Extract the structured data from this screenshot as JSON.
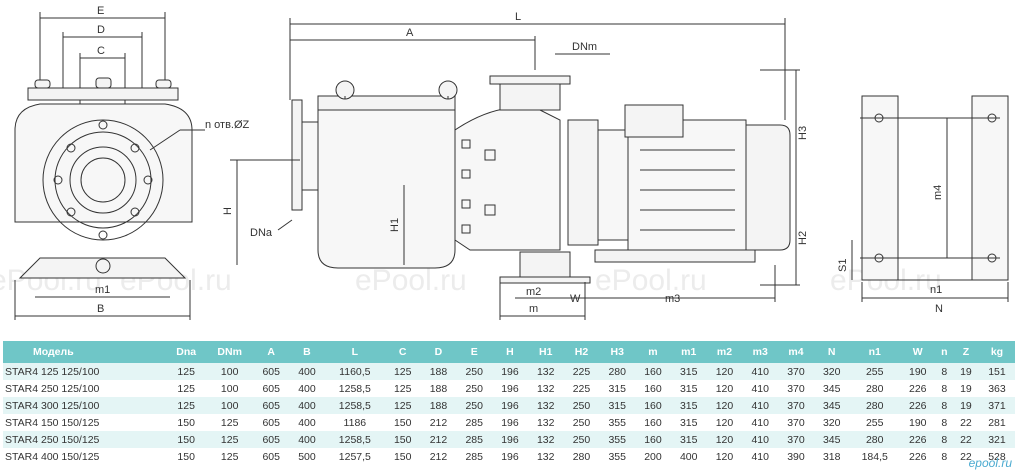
{
  "watermark": "ePool.ru",
  "logo": "epool.ru",
  "dimensions": {
    "E": "E",
    "D": "D",
    "C": "C",
    "n_holes": "n отв.ØZ",
    "m1": "m1",
    "B": "B",
    "L": "L",
    "A": "A",
    "DNm": "DNm",
    "H": "H",
    "DNa": "DNa",
    "H1": "H1",
    "H3": "H3",
    "H2": "H2",
    "m2": "m2",
    "m": "m",
    "W": "W",
    "m3": "m3",
    "m4": "m4",
    "S1": "S1",
    "n1": "n1",
    "N": "N"
  },
  "table": {
    "headers": [
      "Модель",
      "Dna",
      "DNm",
      "A",
      "B",
      "L",
      "C",
      "D",
      "E",
      "H",
      "H1",
      "H2",
      "H3",
      "m",
      "m1",
      "m2",
      "m3",
      "m4",
      "N",
      "n1",
      "W",
      "n",
      "Z",
      "kg"
    ],
    "rows": [
      [
        "STAR4 125 125/100",
        "125",
        "100",
        "605",
        "400",
        "1160,5",
        "125",
        "188",
        "250",
        "196",
        "132",
        "225",
        "280",
        "160",
        "315",
        "120",
        "410",
        "370",
        "320",
        "255",
        "190",
        "8",
        "19",
        "151"
      ],
      [
        "STAR4 250 125/100",
        "125",
        "100",
        "605",
        "400",
        "1258,5",
        "125",
        "188",
        "250",
        "196",
        "132",
        "225",
        "315",
        "160",
        "315",
        "120",
        "410",
        "370",
        "345",
        "280",
        "226",
        "8",
        "19",
        "363"
      ],
      [
        "STAR4 300 125/100",
        "125",
        "100",
        "605",
        "400",
        "1258,5",
        "125",
        "188",
        "250",
        "196",
        "132",
        "250",
        "315",
        "160",
        "315",
        "120",
        "410",
        "370",
        "345",
        "280",
        "226",
        "8",
        "19",
        "371"
      ],
      [
        "STAR4 150 150/125",
        "150",
        "125",
        "605",
        "400",
        "1186",
        "150",
        "212",
        "285",
        "196",
        "132",
        "250",
        "355",
        "160",
        "315",
        "120",
        "410",
        "370",
        "320",
        "255",
        "190",
        "8",
        "22",
        "281"
      ],
      [
        "STAR4 250 150/125",
        "150",
        "125",
        "605",
        "400",
        "1258,5",
        "150",
        "212",
        "285",
        "196",
        "132",
        "250",
        "355",
        "160",
        "315",
        "120",
        "410",
        "370",
        "345",
        "280",
        "226",
        "8",
        "22",
        "321"
      ],
      [
        "STAR4 400 150/125",
        "150",
        "125",
        "605",
        "500",
        "1257,5",
        "150",
        "212",
        "285",
        "196",
        "132",
        "280",
        "355",
        "200",
        "400",
        "120",
        "410",
        "390",
        "318",
        "184,5",
        "226",
        "8",
        "22",
        "528"
      ]
    ]
  }
}
